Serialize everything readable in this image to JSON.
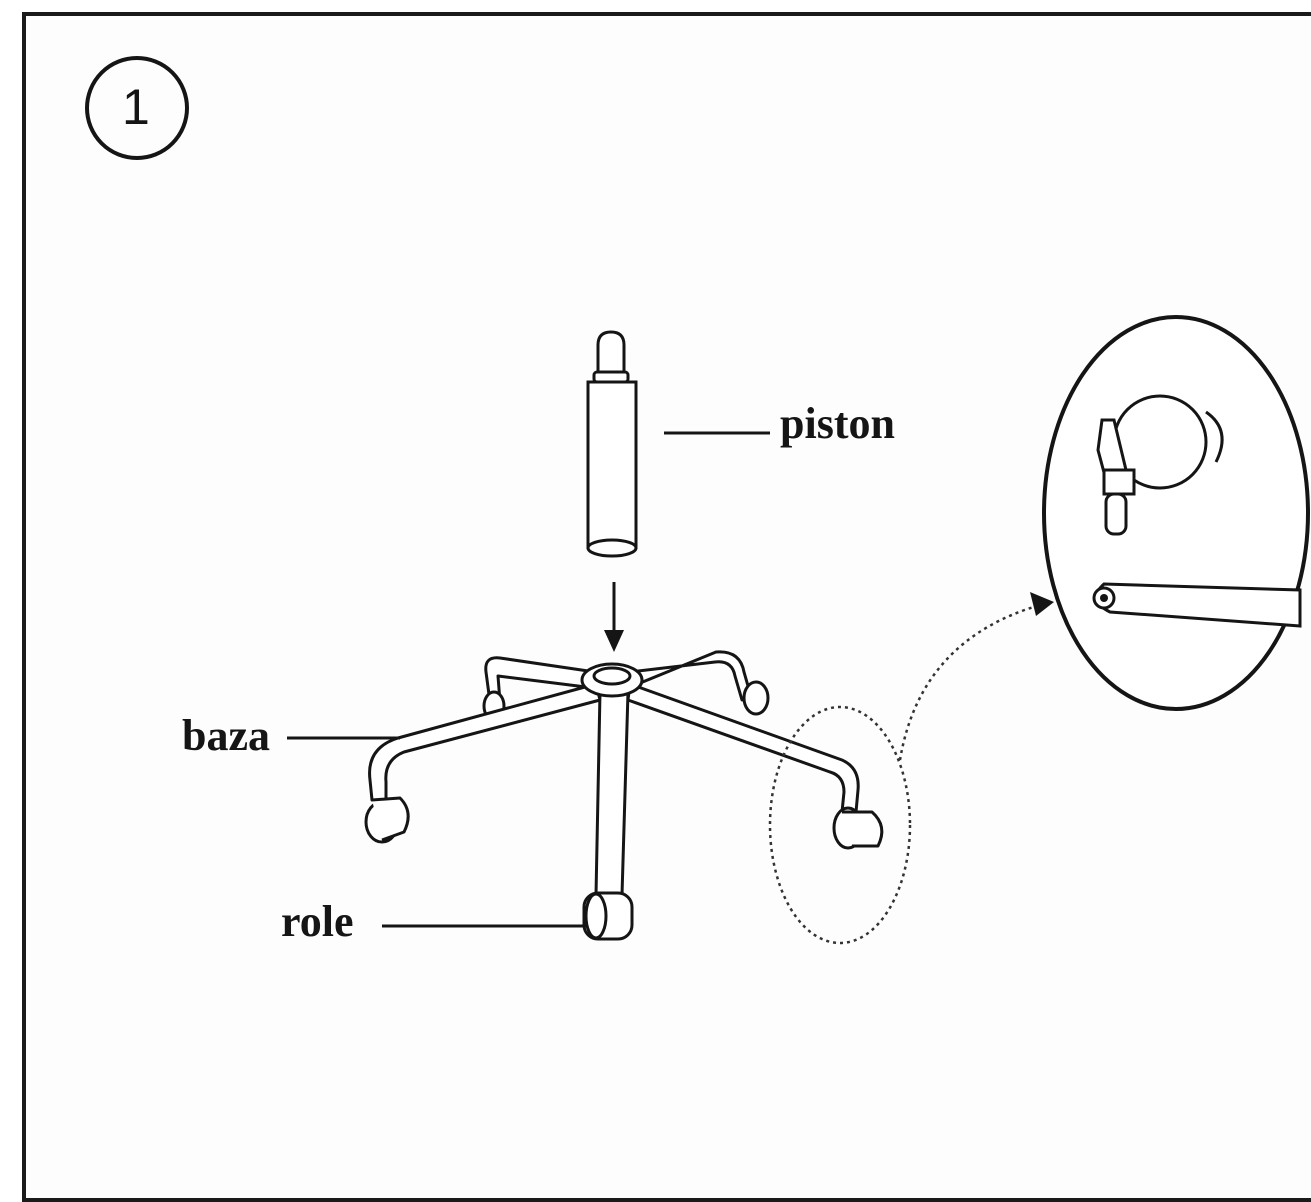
{
  "step": {
    "number": "1"
  },
  "labels": {
    "piston": "piston",
    "base": "baza",
    "casters": "role"
  }
}
